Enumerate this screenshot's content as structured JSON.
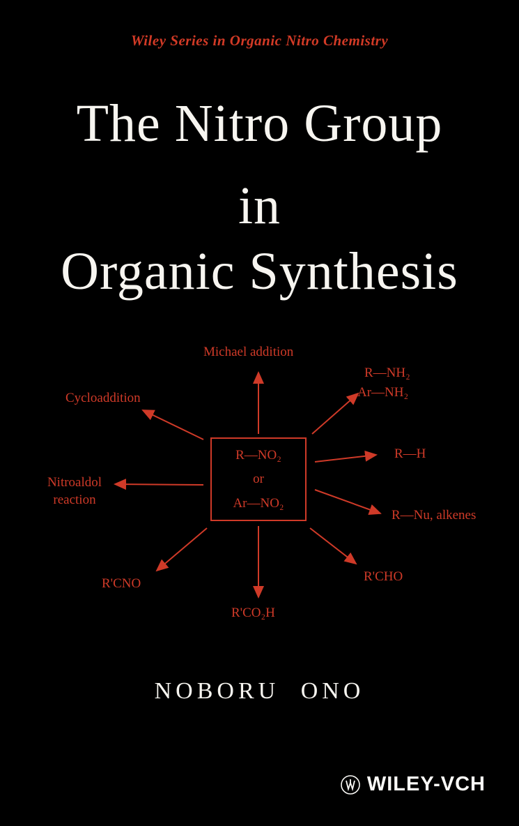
{
  "cover": {
    "series_title": "Wiley Series in Organic Nitro Chemistry",
    "title_line1": "The Nitro Group",
    "title_line2": "in",
    "title_line3": "Organic Synthesis",
    "author": "NOBORU ONO",
    "publisher": "WILEY-VCH"
  },
  "colors": {
    "background": "#000000",
    "accent_red": "#cf3a28",
    "text_white": "#f7f5f0"
  },
  "diagram": {
    "center_box": {
      "line1": "R—NO₂",
      "line2": "or",
      "line3": "Ar—NO₂"
    },
    "labels": {
      "michael": "Michael addition",
      "amine1": "R—NH₂",
      "amine2": "Ar—NH₂",
      "cycloaddition": "Cycloaddition",
      "rh": "R—H",
      "nitroaldol1": "Nitroaldol",
      "nitroaldol2": "reaction",
      "rnu": "R—Nu, alkenes",
      "rcho": "R'CHO",
      "rcno": "R'CNO",
      "rco2h": "R'CO₂H"
    }
  }
}
